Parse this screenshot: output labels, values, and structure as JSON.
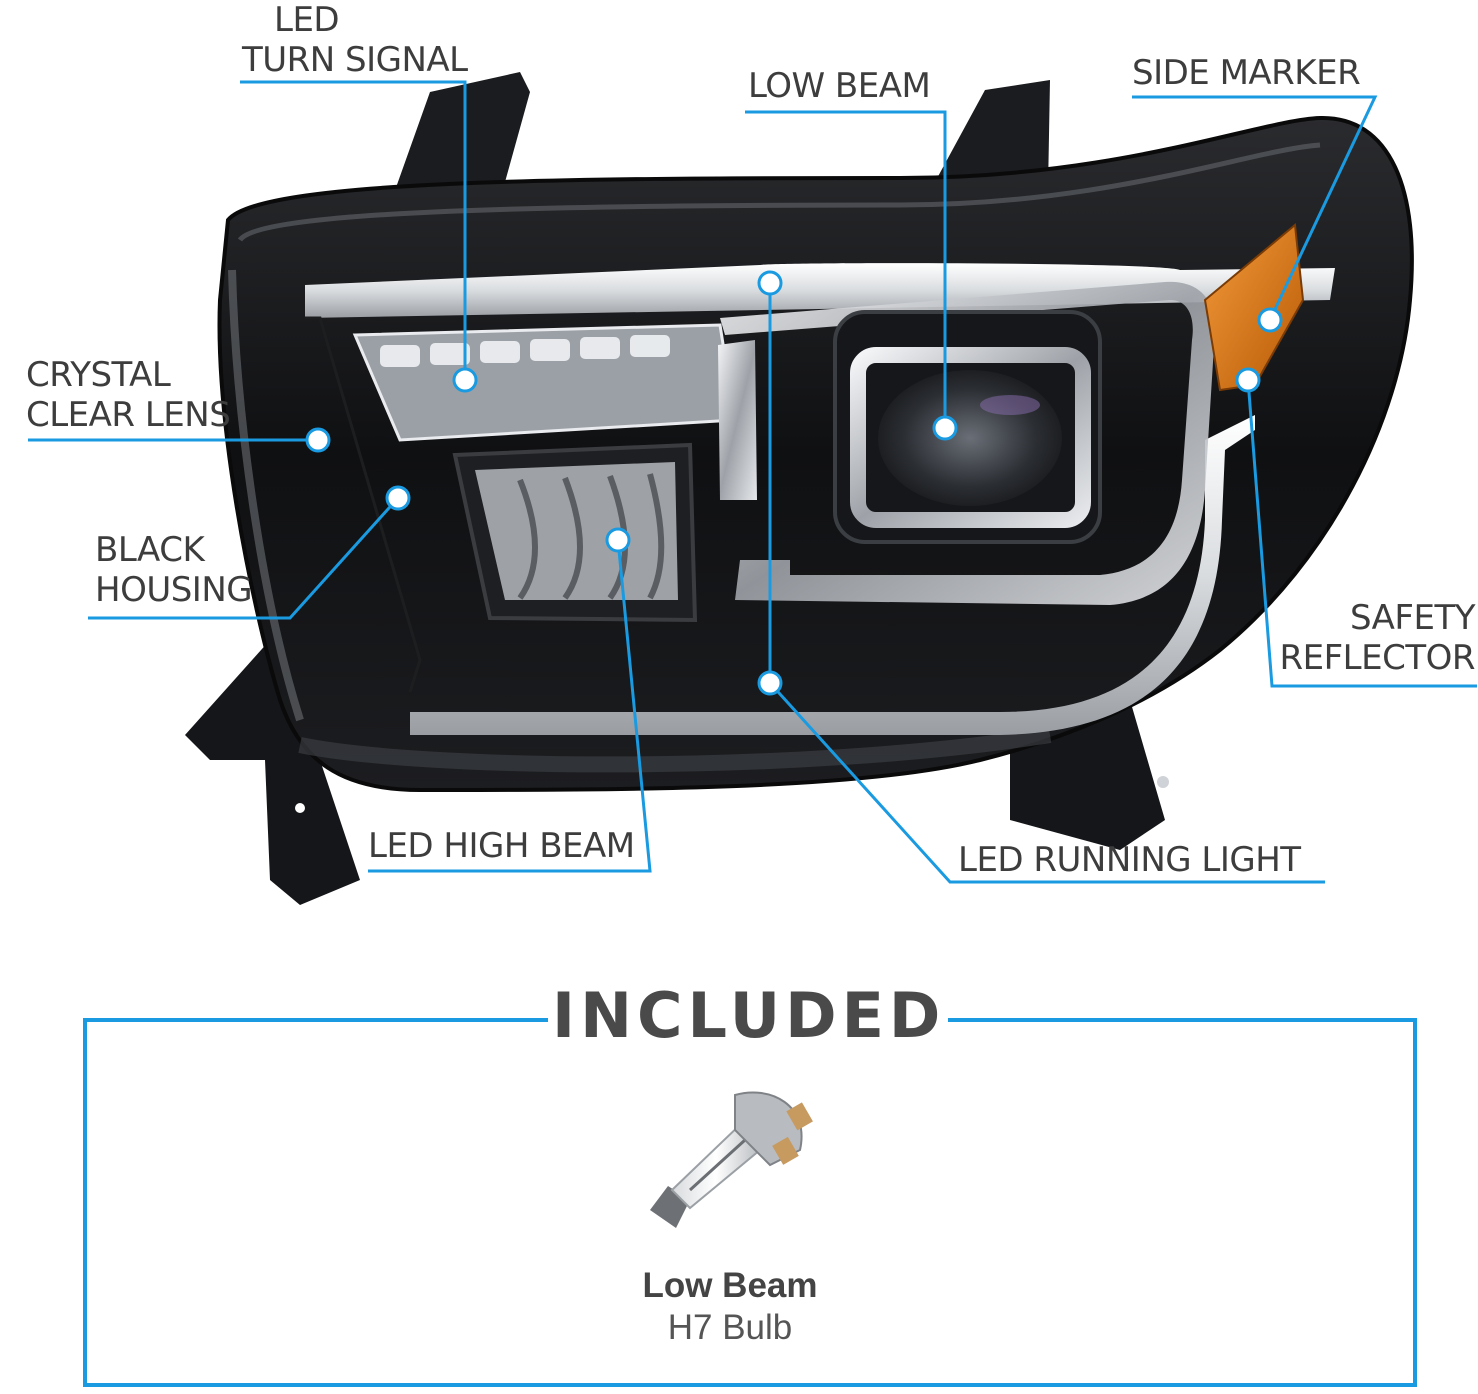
{
  "callouts": {
    "led_turn_signal": [
      "LED",
      "TURN SIGNAL"
    ],
    "low_beam": "LOW BEAM",
    "side_marker": "SIDE MARKER",
    "crystal_clear_lens": [
      "CRYSTAL",
      "CLEAR LENS"
    ],
    "black_housing": [
      "BLACK",
      "HOUSING"
    ],
    "safety_reflector": [
      "SAFETY",
      "REFLECTOR"
    ],
    "led_high_beam": "LED HIGH BEAM",
    "led_running_light": "LED RUNNING LIGHT"
  },
  "included": {
    "title": "INCLUDED",
    "item_name": "Low Beam",
    "item_type": "H7 Bulb"
  },
  "colors": {
    "callout_line": "#1a9ae0",
    "housing": "#141416",
    "amber_marker": "#e07a12",
    "chrome": "#c9ccd0"
  },
  "icons": {
    "callout_marker": "callout-dot-icon",
    "bulb": "h7-bulb-icon"
  }
}
